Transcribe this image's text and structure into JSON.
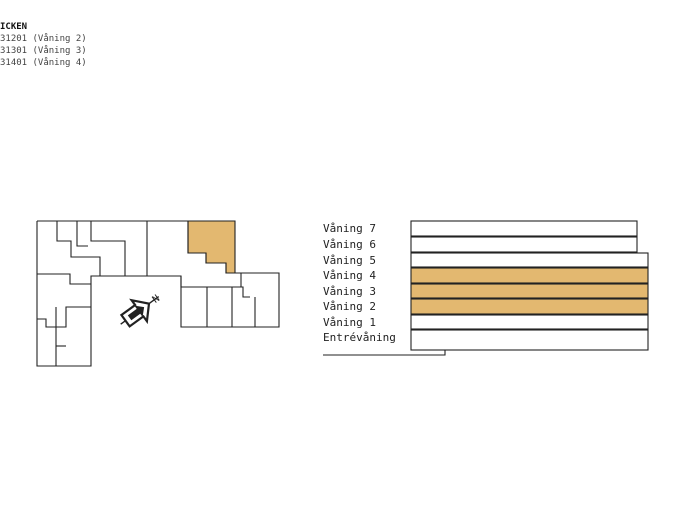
{
  "header": {
    "title": "ICKEN",
    "units": [
      "31201 (Våning 2)",
      "31301 (Våning 3)",
      "31401 (Våning 4)"
    ]
  },
  "compass": {
    "label": "N"
  },
  "floors": [
    {
      "label": "Våning 7",
      "highlighted": false
    },
    {
      "label": "Våning 6",
      "highlighted": false
    },
    {
      "label": "Våning 5",
      "highlighted": false
    },
    {
      "label": "Våning 4",
      "highlighted": true
    },
    {
      "label": "Våning 3",
      "highlighted": true
    },
    {
      "label": "Våning 2",
      "highlighted": true
    },
    {
      "label": "Våning 1",
      "highlighted": false
    },
    {
      "label": "Entrévåning",
      "highlighted": false
    }
  ],
  "colors": {
    "highlight": "#E3B870",
    "line": "#222222",
    "background": "#FFFFFF"
  }
}
